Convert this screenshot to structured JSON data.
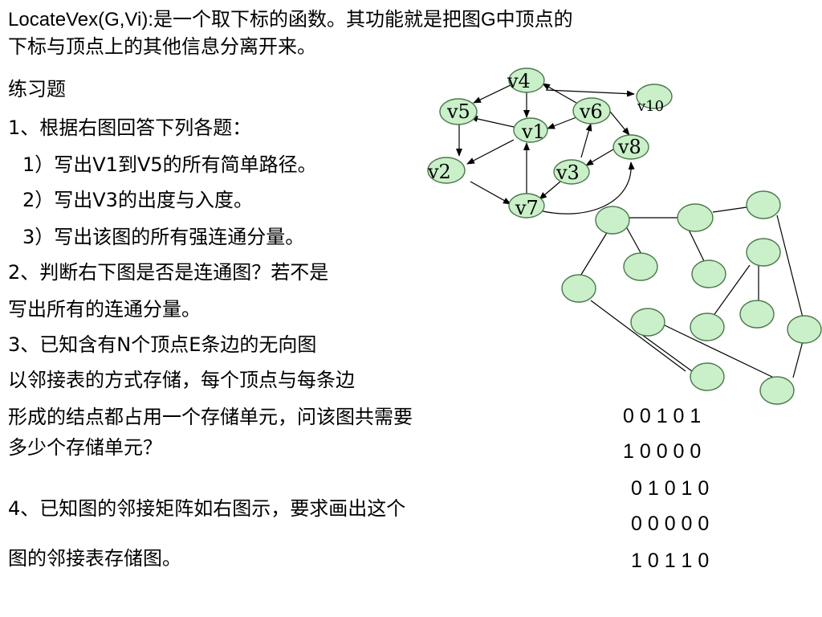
{
  "intro": {
    "line1": "LocateVex(G,Vi):是一个取下标的函数。其功能就是把图G中顶点的",
    "line2": "下标与顶点上的其他信息分离开来。"
  },
  "exercises": {
    "heading": "练习题",
    "q1": "1、根据右图回答下列各题：",
    "q1_1": "1）写出V1到V5的所有简单路径。",
    "q1_2": "2）写出V3的出度与入度。",
    "q1_3": "3）写出该图的所有强连通分量。",
    "q2_a": "2、判断右下图是否是连通图？若不是",
    "q2_b": "写出所有的连通分量。",
    "q3_a": "3、已知含有N个顶点E条边的无向图",
    "q3_b": "以邻接表的方式存储，每个顶点与每条边",
    "q3_c": "形成的结点都占用一个存储单元，问该图共需要",
    "q3_d": "多少个存储单元？",
    "q4_a": "4、已知图的邻接矩阵如右图示，要求画出这个",
    "q4_b": "图的邻接表存储图。"
  },
  "directed_graph": {
    "vertices": [
      "v4",
      "v5",
      "v6",
      "v10",
      "v1",
      "v8",
      "v2",
      "v3",
      "v7"
    ]
  },
  "adjacency_matrix": {
    "rows": [
      "0 0 1 0 1",
      "1 0 0 0 0",
      "0 1 0 1 0",
      "0 0 0 0 0",
      "1 0 1 1 0"
    ]
  }
}
